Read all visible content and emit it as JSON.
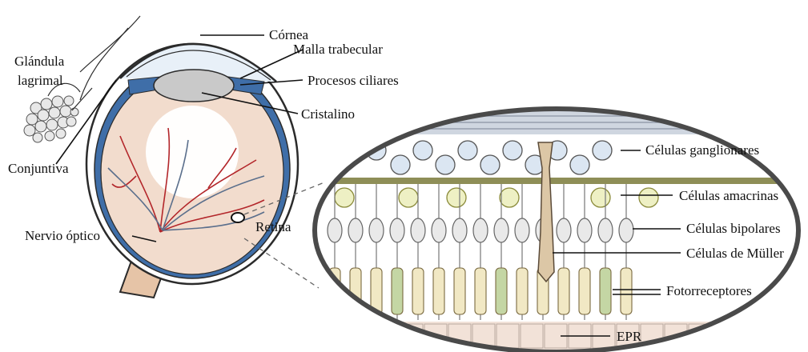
{
  "labels": {
    "cornea": "Córnea",
    "trabecular": "Malla trabecular",
    "gland_line1": "Glándula",
    "gland_line2": "lagrimal",
    "ciliary": "Procesos ciliares",
    "lens": "Cristalino",
    "conjunctiva": "Conjuntiva",
    "optic_nerve": "Nervio óptico",
    "retina": "Retina",
    "ganglion": "Células ganglionares",
    "amacrine": "Células amacrinas",
    "bipolar": "Células bipolares",
    "muller": "Células de Müller",
    "photoreceptors": "Fotorreceptores",
    "rpe": "EPR"
  },
  "colors": {
    "sclera_outline": "#2b2b2b",
    "choroid_blue": "#3f6ea8",
    "eye_interior": "#f2dccd",
    "lens": "#c9c9c9",
    "vessels": "#b3262a",
    "vessels_dark": "#5b6f8c",
    "nerve": "#e6c4a7",
    "ganglion_cell": "#dbe6f2",
    "amacrine_cell": "#eef0c4",
    "bipolar_cell": "#e9e9e9",
    "photoreceptor": "#f1e8c4",
    "photoreceptor_green": "#c4d6a4",
    "muller_cell": "#dcc7a6",
    "rpe": "#f2e2d8"
  }
}
